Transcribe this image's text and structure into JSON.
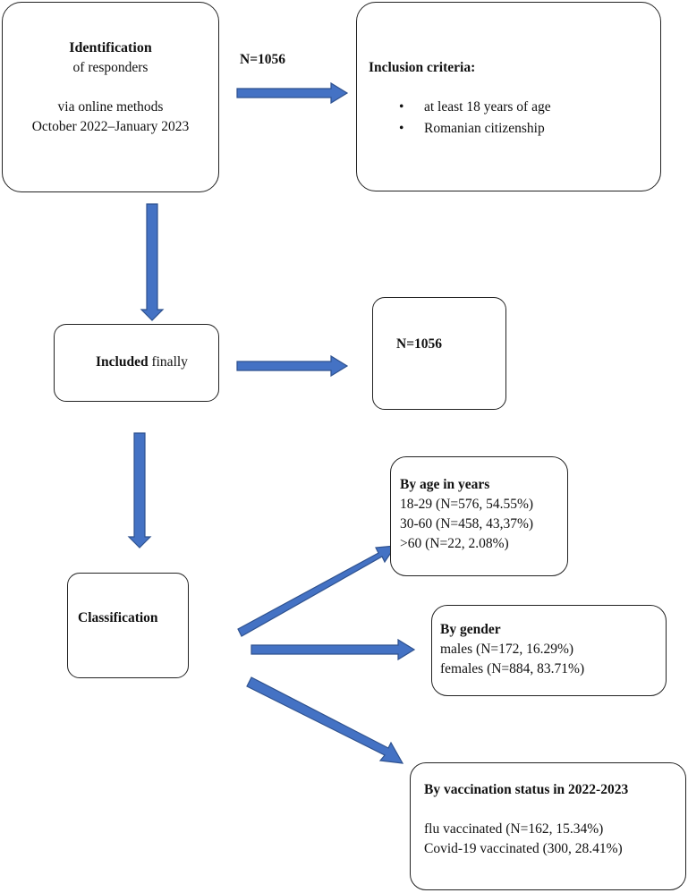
{
  "identification": {
    "title": "Identification",
    "line2": "of responders",
    "line3": "via online methods",
    "line4": "October 2022–January 2023"
  },
  "n_top": "N=1056",
  "inclusion": {
    "title": "Inclusion criteria:",
    "items": [
      "at least 18 years of age",
      "Romanian citizenship"
    ],
    "bullet_char": "•"
  },
  "included": {
    "bold": "Included",
    "rest": " finally"
  },
  "n_included": "N=1056",
  "classification": {
    "title": "Classification"
  },
  "age": {
    "title": "By age in years",
    "lines": [
      "18-29 (N=576, 54.55%)",
      "30-60 (N=458, 43,37%)",
      ">60 (N=22, 2.08%)"
    ]
  },
  "gender": {
    "title": "By gender",
    "lines": [
      "males (N=172, 16.29%)",
      "females (N=884, 83.71%)"
    ]
  },
  "vaccination": {
    "title": "By vaccination status in 2022-2023",
    "lines": [
      "flu vaccinated (N=162, 15.34%)",
      "Covid-19 vaccinated (300, 28.41%)"
    ]
  },
  "colors": {
    "arrow_fill": "#4472c4",
    "arrow_stroke": "#2f528f",
    "box_border": "#222222"
  }
}
